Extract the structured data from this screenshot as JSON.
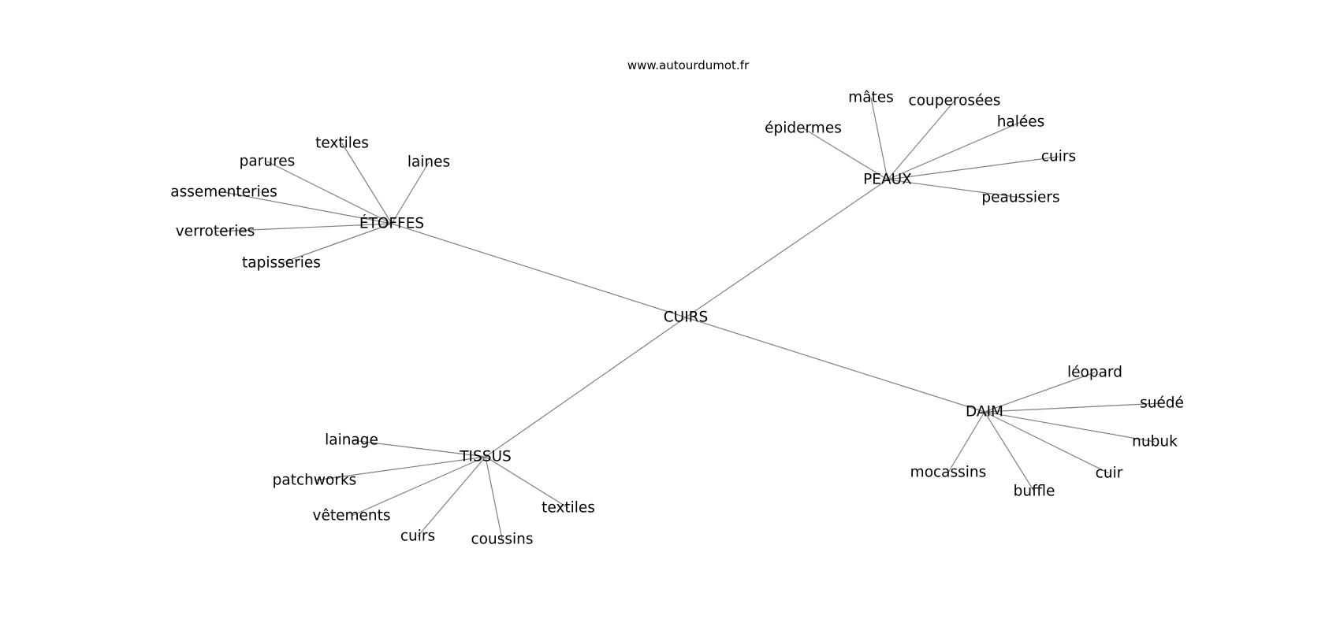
{
  "source": "www.autourdumot.fr",
  "center": "CUIRS",
  "clusters": [
    {
      "id": "etoffes",
      "label": "ÉTOFFES",
      "words": [
        "textiles",
        "laines",
        "parures",
        "assementeries",
        "verroteries",
        "tapisseries"
      ]
    },
    {
      "id": "peaux",
      "label": "PEAUX",
      "words": [
        "mâtes",
        "couperosées",
        "épidermes",
        "halées",
        "cuirs",
        "peaussiers"
      ]
    },
    {
      "id": "tissus",
      "label": "TISSUS",
      "words": [
        "lainage",
        "patchworks",
        "vêtements",
        "cuirs",
        "coussins",
        "textiles"
      ]
    },
    {
      "id": "daim",
      "label": "DAIM",
      "words": [
        "léopard",
        "suédé",
        "nubuk",
        "cuir",
        "buffle",
        "mocassins"
      ]
    }
  ],
  "colors": {
    "edge": "#808080",
    "text": "#000000",
    "background": "#ffffff"
  }
}
